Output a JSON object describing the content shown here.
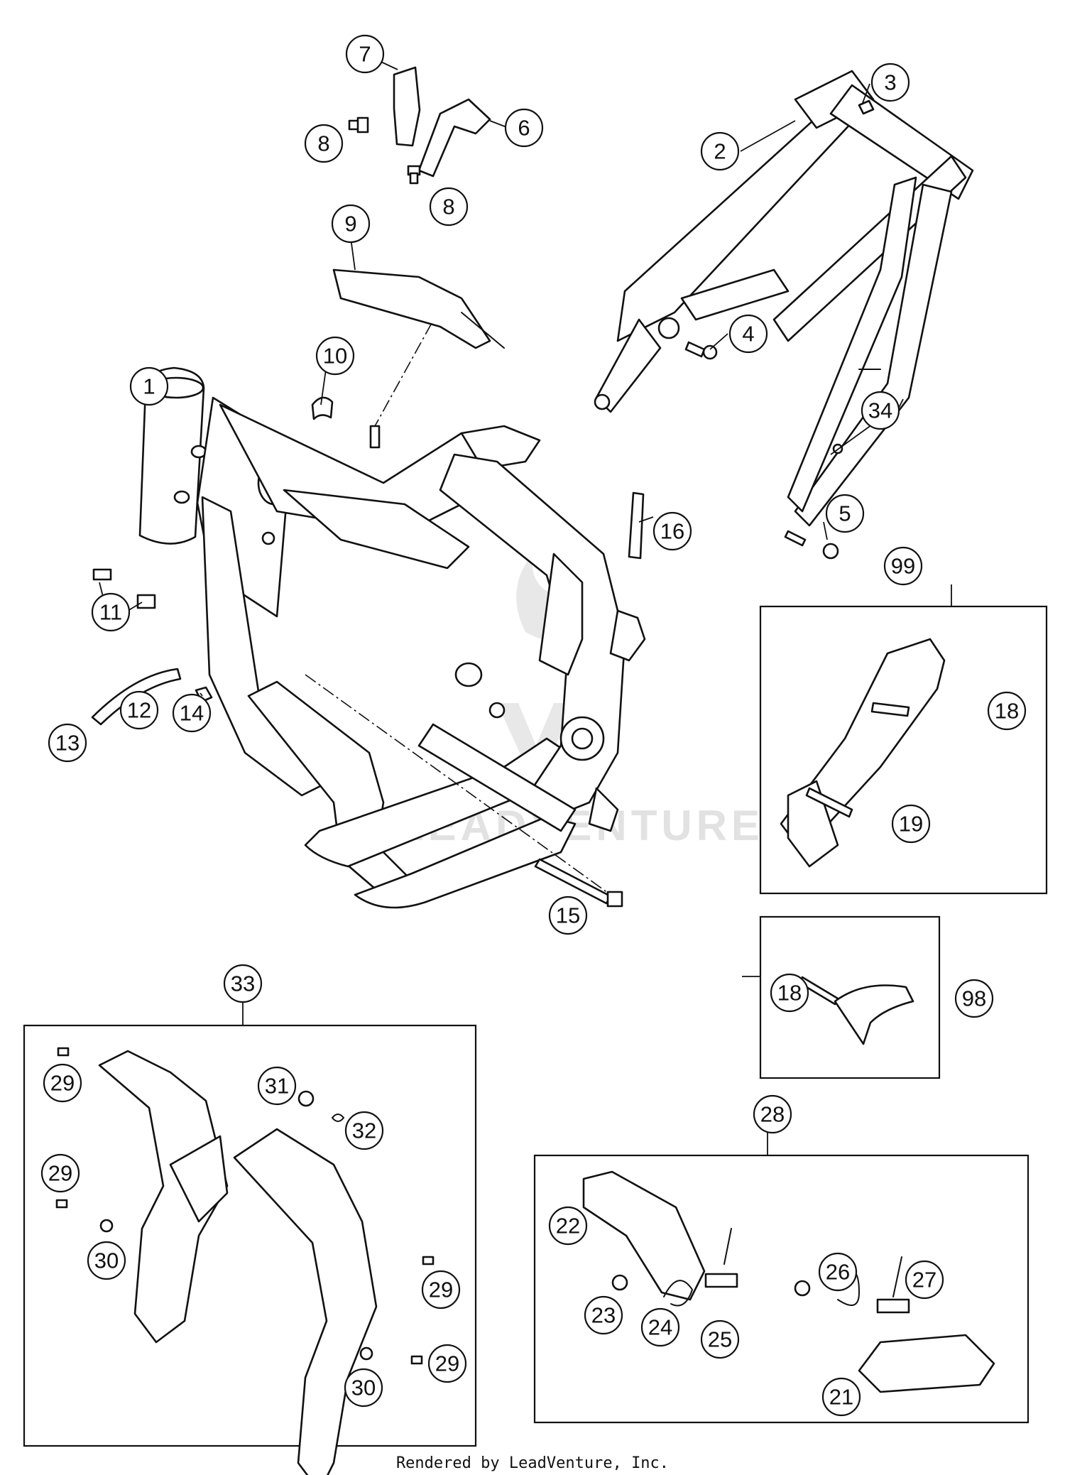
{
  "title": "",
  "watermark": "LEADVENTURE",
  "footer": "Rendered by LeadVenture, Inc.",
  "callouts": [
    "1",
    "2",
    "3",
    "4",
    "5",
    "6",
    "7",
    "8",
    "8",
    "9",
    "10",
    "11",
    "12",
    "13",
    "14",
    "15",
    "16",
    "18",
    "19",
    "18",
    "21",
    "22",
    "23",
    "24",
    "25",
    "26",
    "27",
    "28",
    "29",
    "29",
    "29",
    "29",
    "30",
    "30",
    "31",
    "32",
    "33",
    "34",
    "98",
    "99"
  ],
  "groups": {
    "kit_99": "99",
    "kit_98": "98",
    "kit_33": "33",
    "kit_28": "28"
  }
}
